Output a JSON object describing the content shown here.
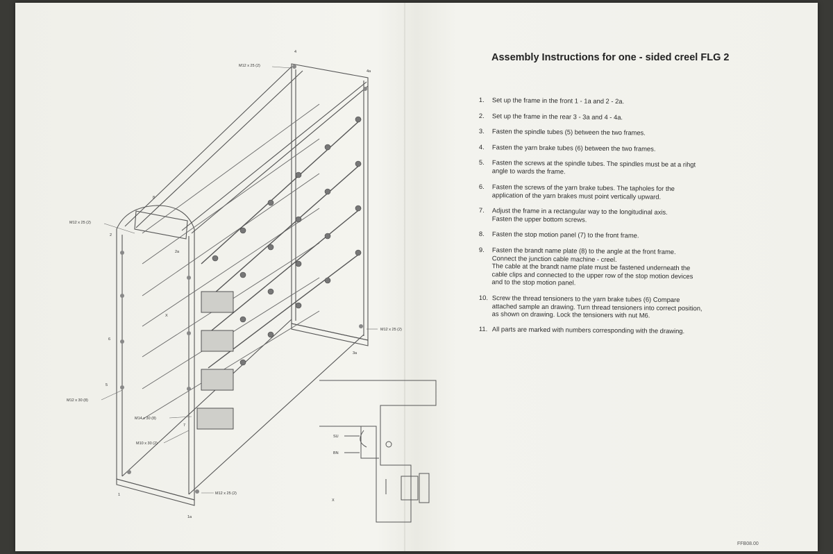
{
  "document": {
    "title": "Assembly Instructions for one - sided creel FLG 2",
    "footer_code": "FFB08.00"
  },
  "steps": [
    {
      "number": "1.",
      "lines": [
        "Set up the frame in the front 1 - 1a and 2 - 2a."
      ]
    },
    {
      "number": "2.",
      "lines": [
        "Set up the frame in the rear 3 - 3a and 4 - 4a."
      ]
    },
    {
      "number": "3.",
      "lines": [
        "Fasten the spindle tubes (5) between the two frames."
      ]
    },
    {
      "number": "4.",
      "lines": [
        "Fasten the yarn brake tubes (6) between the two frames."
      ]
    },
    {
      "number": "5.",
      "lines": [
        "Fasten the screws at the spindle tubes. The spindles must be at a rihgt",
        "angle to wards the frame."
      ]
    },
    {
      "number": "6.",
      "lines": [
        "Fasten the screws of the yarn brake tubes. The tapholes for the",
        "application of the yarn brakes must point vertically upward."
      ]
    },
    {
      "number": "7.",
      "lines": [
        "Adjust the frame in a rectangular way to the longitudinal axis.",
        "Fasten the upper bottom screws."
      ]
    },
    {
      "number": "8.",
      "lines": [
        "Fasten the stop motion panel (7) to the front frame."
      ]
    },
    {
      "number": "9.",
      "lines": [
        "Fasten the brandt name plate (8) to the angle at the front frame.",
        "Connect the junction cable machine - creel.",
        "The cable at the brandt name plate must be fastened underneath the",
        "cable clips and connected to the upper row of the stop motion devices",
        "and to the stop motion panel."
      ]
    },
    {
      "number": "10.",
      "lines": [
        "Screw the thread tensioners to the yarn brake tubes (6) Compare",
        "attached sample an drawing. Turn thread tensioners into correct position,",
        "as shown on drawing. Lock the tensioners with nut M6."
      ]
    },
    {
      "number": "11.",
      "lines": [
        "All parts are marked with numbers corresponding with the drawing."
      ]
    }
  ],
  "drawing_labels": {
    "bolt_top": "M12 x 25 (2)",
    "bolt_left": "M12 x 25 (2)",
    "bolt_right": "M12 x 25 (2)",
    "bolt_bottom": "M12 x 25 (2)",
    "bolt_lower_left": "M12 x 30 (8)",
    "bolt_m14": "M14 x 30 (8)",
    "bolt_m10": "M10 x 30 (2)",
    "part_4": "4",
    "part_4a": "4a",
    "part_3a": "3a",
    "part_8": "8",
    "part_1": "1",
    "part_1a": "1a",
    "part_2": "2",
    "part_2a": "2a",
    "part_5": "5",
    "part_6": "6",
    "part_7": "7",
    "part_x": "X",
    "detail_x": "X",
    "detail_su": "SU",
    "detail_bn": "BN"
  }
}
